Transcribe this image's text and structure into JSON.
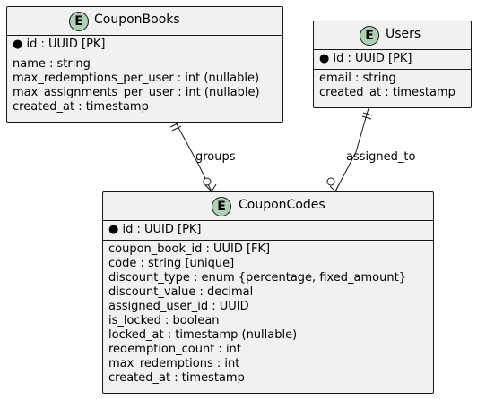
{
  "colors": {
    "entity_fill": "#F1F1F1",
    "badge_fill": "#ADD1B2",
    "line": "#181818"
  },
  "entities": {
    "coupon_books": {
      "badge": "E",
      "title": "CouponBooks",
      "key_fields": [
        "id : UUID [PK]"
      ],
      "fields": [
        "name : string",
        "max_redemptions_per_user : int (nullable)",
        "max_assignments_per_user : int (nullable)",
        "created_at : timestamp"
      ]
    },
    "users": {
      "badge": "E",
      "title": "Users",
      "key_fields": [
        "id : UUID [PK]"
      ],
      "fields": [
        "email : string",
        "created_at : timestamp"
      ]
    },
    "coupon_codes": {
      "badge": "E",
      "title": "CouponCodes",
      "key_fields": [
        "id : UUID [PK]"
      ],
      "fields": [
        "coupon_book_id : UUID [FK]",
        "code : string [unique]",
        "discount_type : enum {percentage, fixed_amount}",
        "discount_value : decimal",
        "assigned_user_id : UUID",
        "is_locked : boolean",
        "locked_at : timestamp (nullable)",
        "redemption_count : int",
        "max_redemptions : int",
        "created_at : timestamp"
      ]
    }
  },
  "relations": {
    "groups": {
      "label": "groups"
    },
    "assigned_to": {
      "label": "assigned_to"
    }
  }
}
